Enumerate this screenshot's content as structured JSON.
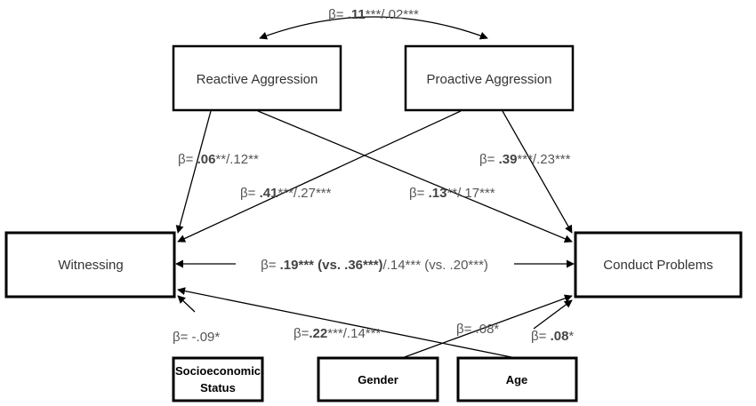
{
  "nodes": {
    "reactive": "Reactive Aggression",
    "proactive": "Proactive Aggression",
    "witnessing": "Witnessing",
    "conduct": "Conduct Problems",
    "ses_line1": "Socioeconomic",
    "ses_line2": "Status",
    "gender": "Gender",
    "age": "Age"
  },
  "labels": {
    "top": {
      "pre": "β= ",
      "bold": ".11",
      "rest": "***/.02***"
    },
    "reactive_witnessing": {
      "pre": "β= ",
      "bold": ".06",
      "rest": "**/.12**"
    },
    "proactive_witnessing": {
      "pre": "β= ",
      "bold": ".41",
      "rest": "***/.27***"
    },
    "reactive_conduct": {
      "pre": "β= ",
      "bold": ".13",
      "rest": "**/.17***"
    },
    "proactive_conduct": {
      "pre": "β= ",
      "bold": ".39",
      "rest": "***/.23***"
    },
    "middle": {
      "pre": "β= ",
      "bold": ".19*** (vs. .36***)",
      "rest": "/.14*** (vs. .20***)"
    },
    "ses": {
      "text": "β=  -.09*"
    },
    "age_witnessing": {
      "pre": "β=",
      "bold": ".22",
      "rest": "***/.14***"
    },
    "gender_conduct": {
      "text": "β= .08*"
    },
    "age_conduct": {
      "pre": "β= ",
      "bold": ".08",
      "rest": "*"
    }
  }
}
